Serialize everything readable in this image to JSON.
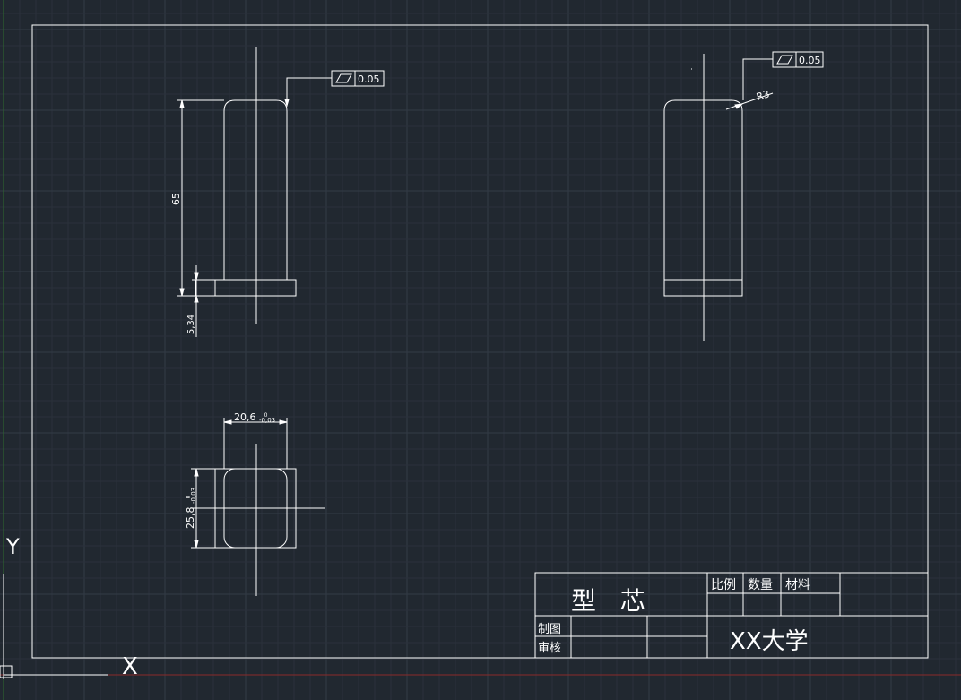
{
  "drawing": {
    "left_view": {
      "dim_height": "65",
      "dim_base": "5,34",
      "flatness_value": "0.05"
    },
    "right_view": {
      "radius": "R3",
      "flatness_value": "0.05"
    },
    "top_view": {
      "dim_width": "20,6",
      "dim_width_tol_upper": "0",
      "dim_width_tol_lower": "-0,03",
      "dim_depth": "25,8",
      "dim_depth_tol_upper": "0",
      "dim_depth_tol_lower": "-0,03"
    }
  },
  "title_block": {
    "part_name": "型   芯",
    "scale_label": "比例",
    "quantity_label": "数量",
    "material_label": "材料",
    "drawn_label": "制图",
    "checked_label": "审核",
    "school": "XX大学"
  },
  "ucs": {
    "y_label": "Y",
    "x_label": "X"
  },
  "colors": {
    "background": "#212830",
    "line": "#ffffff",
    "grid_minor": "#2a313b",
    "grid_major": "#333b46",
    "axis_x": "#8a2a2a",
    "axis_y": "#2e6b2e"
  }
}
